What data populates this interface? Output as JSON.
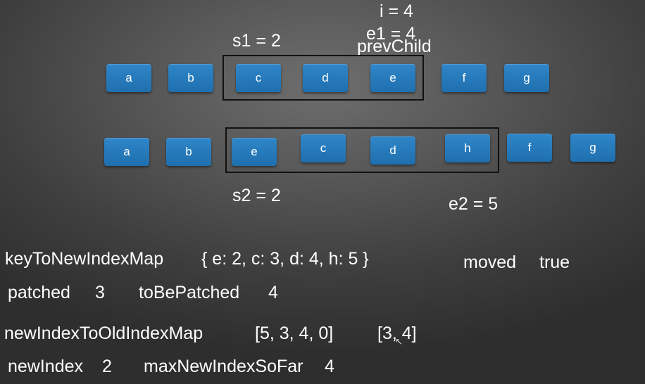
{
  "labels": {
    "i": "i = 4",
    "e1": "e1 = 4",
    "prev_child": "prevChild",
    "s1": "s1 = 2",
    "s2": "s2 = 2",
    "e2": "e2 = 5"
  },
  "old_children": [
    "a",
    "b",
    "c",
    "d",
    "e",
    "f",
    "g"
  ],
  "new_children": [
    "a",
    "b",
    "e",
    "c",
    "d",
    "h",
    "f",
    "g"
  ],
  "info": {
    "key_to_new_index_map_label": "keyToNewIndexMap",
    "key_to_new_index_map_value": "{ e: 2, c: 3, d: 4, h: 5 }",
    "moved_label": "moved",
    "moved_value": "true",
    "patched_label": "patched",
    "patched_value": "3",
    "to_be_patched_label": "toBePatched",
    "to_be_patched_value": "4",
    "new_index_to_old_index_map_label": "newIndexToOldIndexMap",
    "new_index_to_old_index_map_value": "[5, 3, 4, 0]",
    "sequence_value": "[3, 4]",
    "new_index_label": "newIndex",
    "new_index_value": "2",
    "max_new_index_so_far_label": "maxNewIndexSoFar",
    "max_new_index_so_far_value": "4"
  },
  "colors": {
    "node_fill": "#2a7fc1",
    "box_border": "#111111",
    "text": "#ffffff"
  }
}
